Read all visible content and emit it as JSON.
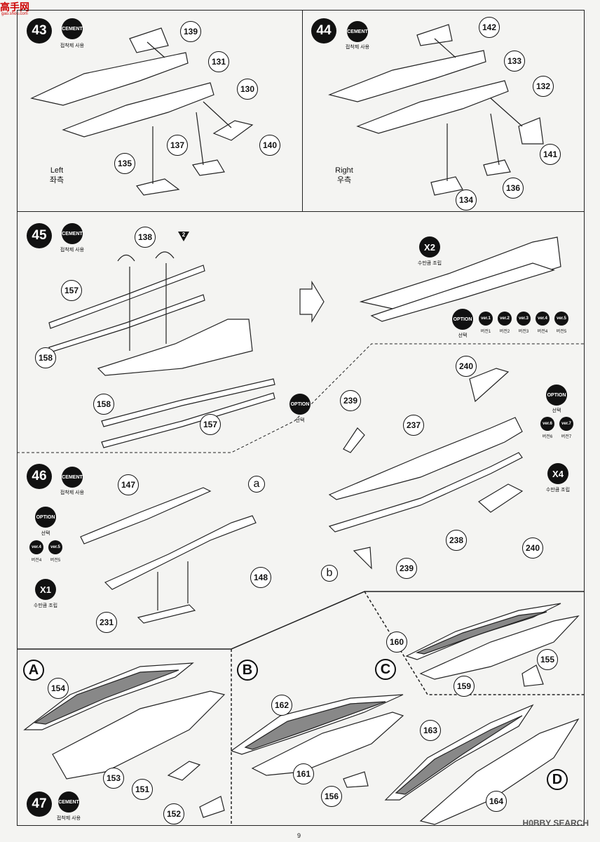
{
  "logo": {
    "text": "高手网",
    "sub": "gao.shou.com"
  },
  "page_number": "9",
  "watermark": "H0BBY SEARCH",
  "common": {
    "cement": "CEMENT",
    "cement_ko": "접착제 사용",
    "option": "OPTION",
    "option_ko": "선택",
    "subassembly_ko": "수만큼 조립"
  },
  "steps": {
    "s43": {
      "num": "43",
      "side_en": "Left",
      "side_ko": "좌측",
      "parts": [
        "139",
        "131",
        "130",
        "140",
        "137",
        "135"
      ]
    },
    "s44": {
      "num": "44",
      "side_en": "Right",
      "side_ko": "우측",
      "parts": [
        "142",
        "133",
        "132",
        "141",
        "136",
        "134"
      ]
    },
    "s45": {
      "num": "45",
      "parts": [
        "138",
        "157",
        "158",
        "158",
        "157"
      ],
      "flag": "2"
    },
    "x2": {
      "badge": "X2"
    },
    "versions": [
      {
        "badge": "ver.1",
        "label": "버전1"
      },
      {
        "badge": "ver.2",
        "label": "버전2"
      },
      {
        "badge": "ver.3",
        "label": "버전3"
      },
      {
        "badge": "ver.4",
        "label": "버전4"
      },
      {
        "badge": "ver.5",
        "label": "버전5"
      }
    ],
    "sb": {
      "parts": [
        "240",
        "239",
        "237",
        "238",
        "240",
        "239"
      ],
      "variant": "b",
      "versions": [
        {
          "badge": "ver.6",
          "label": "버전6"
        },
        {
          "badge": "ver.7",
          "label": "버전7"
        }
      ],
      "x4": "X4"
    },
    "s46": {
      "num": "46",
      "variant": "a",
      "parts": [
        "147",
        "148",
        "231"
      ],
      "versions": [
        {
          "badge": "ver.4",
          "label": "버전4"
        },
        {
          "badge": "ver.5",
          "label": "버전5"
        }
      ],
      "x1": "X1"
    },
    "s47": {
      "num": "47",
      "A": {
        "letter": "A",
        "parts": [
          "154",
          "153",
          "151",
          "152"
        ]
      },
      "B": {
        "letter": "B",
        "parts": [
          "162",
          "161",
          "156"
        ]
      },
      "C": {
        "letter": "C",
        "parts": [
          "160",
          "159",
          "155"
        ]
      },
      "D": {
        "letter": "D",
        "parts": [
          "163",
          "164"
        ]
      }
    }
  }
}
